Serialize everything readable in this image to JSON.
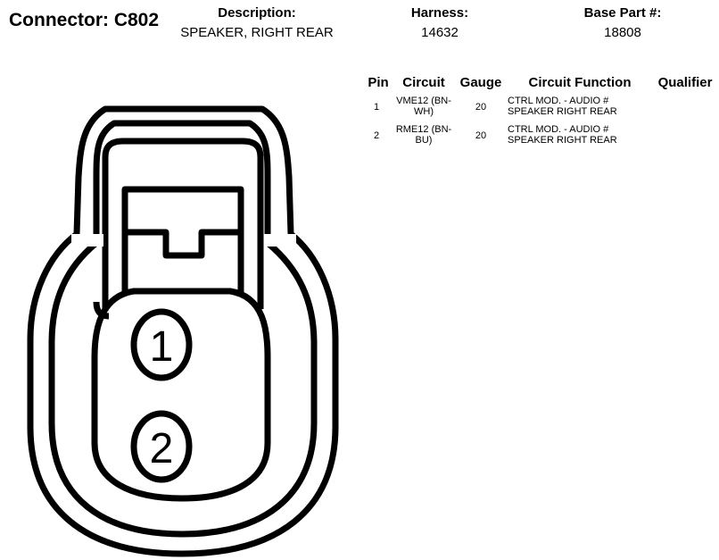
{
  "header": {
    "connector": "Connector: C802",
    "description_label": "Description:",
    "description_value": "SPEAKER, RIGHT REAR",
    "harness_label": "Harness:",
    "harness_value": "14632",
    "base_part_label": "Base Part #:",
    "base_part_value": "18808"
  },
  "table": {
    "columns": [
      "Pin",
      "Circuit",
      "Gauge",
      "Circuit Function",
      "Qualifier"
    ],
    "rows": [
      {
        "pin": "1",
        "circuit_line1": "VME12 (BN-",
        "circuit_line2": "WH)",
        "gauge": "20",
        "function_line1": "CTRL MOD. - AUDIO #",
        "function_line2": "SPEAKER RIGHT REAR",
        "qualifier": ""
      },
      {
        "pin": "2",
        "circuit_line1": "RME12 (BN-",
        "circuit_line2": "BU)",
        "gauge": "20",
        "function_line1": "CTRL MOD. - AUDIO #",
        "function_line2": "SPEAKER RIGHT REAR",
        "qualifier": ""
      }
    ]
  },
  "diagram": {
    "pin_labels": [
      "1",
      "2"
    ]
  }
}
